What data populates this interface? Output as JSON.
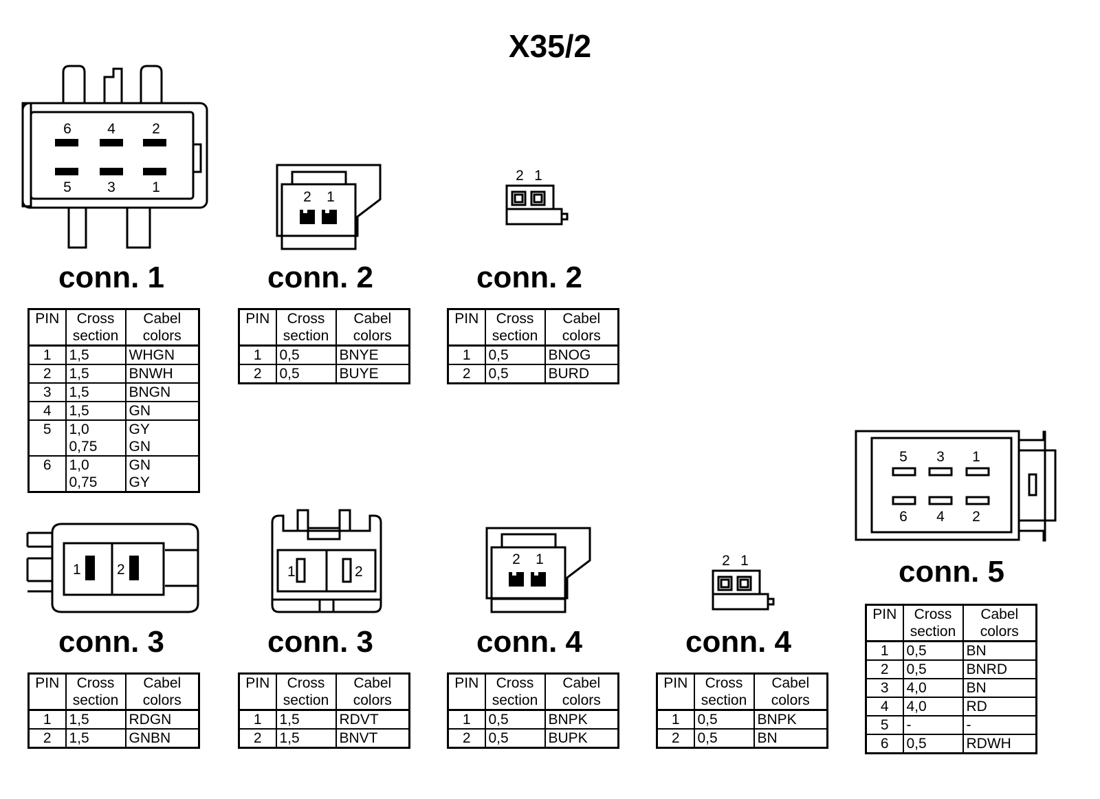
{
  "title": "X35/2",
  "header": {
    "pin": "PIN",
    "cross": "Cross\nsection",
    "colors": "Cabel\ncolors"
  },
  "connectors": [
    {
      "label": "conn. 1",
      "pin_labels": [
        "6",
        "4",
        "2",
        "5",
        "3",
        "1"
      ],
      "rows": [
        [
          "1",
          "1,5",
          "WHGN"
        ],
        [
          "2",
          "1,5",
          "BNWH"
        ],
        [
          "3",
          "1,5",
          "BNGN"
        ],
        [
          "4",
          "1,5",
          "GN"
        ],
        [
          "5",
          "1,0\n0,75",
          "GY\nGN"
        ],
        [
          "6",
          "1,0\n0,75",
          "GN\nGY"
        ]
      ]
    },
    {
      "label": "conn. 2",
      "pin_labels": [
        "2",
        "1"
      ],
      "rows": [
        [
          "1",
          "0,5",
          "BNYE"
        ],
        [
          "2",
          "0,5",
          "BUYE"
        ]
      ]
    },
    {
      "label": "conn. 2",
      "pin_labels": [
        "2",
        "1"
      ],
      "rows": [
        [
          "1",
          "0,5",
          "BNOG"
        ],
        [
          "2",
          "0,5",
          "BURD"
        ]
      ]
    },
    {
      "label": "conn. 3",
      "pin_labels": [
        "1",
        "2"
      ],
      "rows": [
        [
          "1",
          "1,5",
          "RDGN"
        ],
        [
          "2",
          "1,5",
          "GNBN"
        ]
      ]
    },
    {
      "label": "conn. 3",
      "pin_labels": [
        "1",
        "2"
      ],
      "rows": [
        [
          "1",
          "1,5",
          "RDVT"
        ],
        [
          "2",
          "1,5",
          "BNVT"
        ]
      ]
    },
    {
      "label": "conn. 4",
      "pin_labels": [
        "2",
        "1"
      ],
      "rows": [
        [
          "1",
          "0,5",
          "BNPK"
        ],
        [
          "2",
          "0,5",
          "BUPK"
        ]
      ]
    },
    {
      "label": "conn. 4",
      "pin_labels": [
        "2",
        "1"
      ],
      "rows": [
        [
          "1",
          "0,5",
          "BNPK"
        ],
        [
          "2",
          "0,5",
          "BN"
        ]
      ]
    },
    {
      "label": "conn. 5",
      "pin_labels": [
        "5",
        "3",
        "1",
        "6",
        "4",
        "2"
      ],
      "rows": [
        [
          "1",
          "0,5",
          "BN"
        ],
        [
          "2",
          "0,5",
          "BNRD"
        ],
        [
          "3",
          "4,0",
          "BN"
        ],
        [
          "4",
          "4,0",
          "RD"
        ],
        [
          "5",
          "-",
          "-"
        ],
        [
          "6",
          "0,5",
          "RDWH"
        ]
      ]
    }
  ]
}
